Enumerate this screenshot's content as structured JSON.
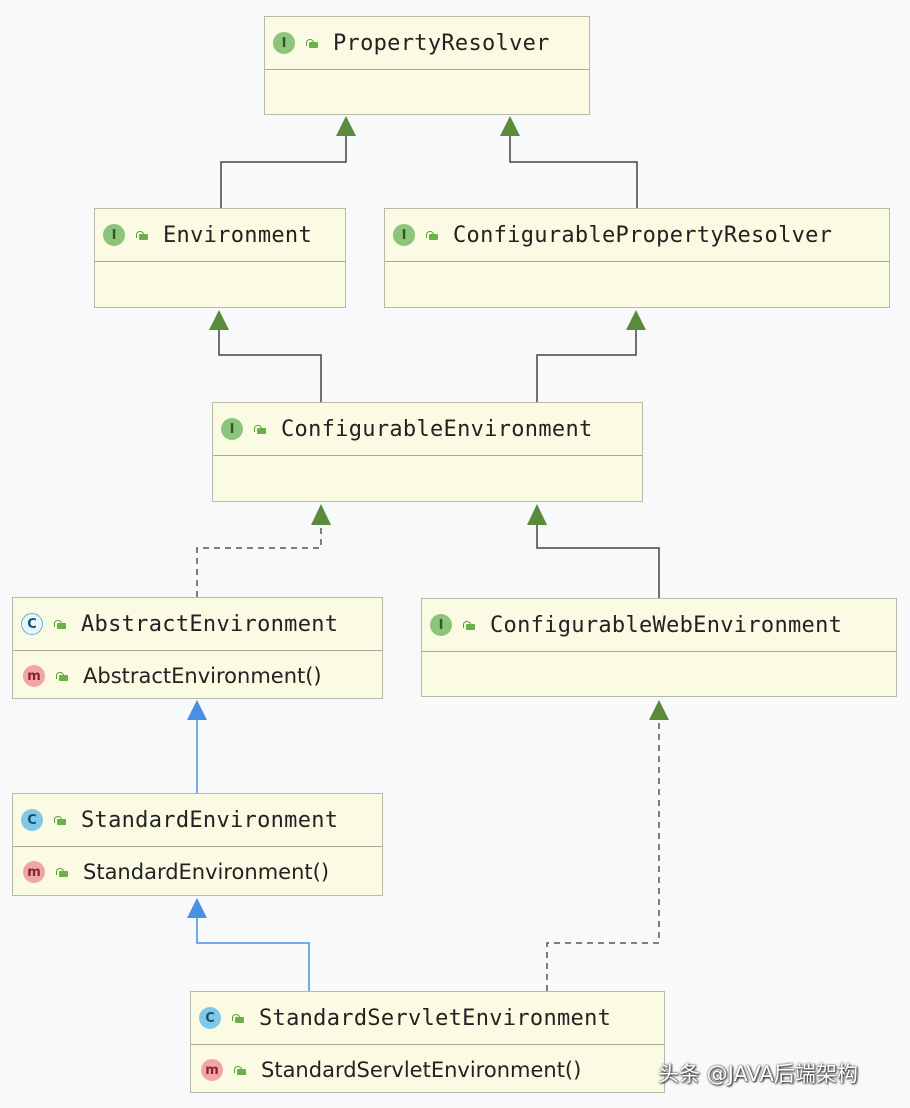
{
  "classes": {
    "property_resolver": {
      "kind": "I",
      "name": "PropertyResolver"
    },
    "environment": {
      "kind": "I",
      "name": "Environment"
    },
    "configurable_property_resolver": {
      "kind": "I",
      "name": "ConfigurablePropertyResolver"
    },
    "configurable_environment": {
      "kind": "I",
      "name": "ConfigurableEnvironment"
    },
    "abstract_environment": {
      "kind": "C",
      "name": "AbstractEnvironment",
      "method_kind": "m",
      "method": "AbstractEnvironment()"
    },
    "configurable_web_environment": {
      "kind": "I",
      "name": "ConfigurableWebEnvironment"
    },
    "standard_environment": {
      "kind": "C",
      "name": "StandardEnvironment",
      "method_kind": "m",
      "method": "StandardEnvironment()"
    },
    "standard_servlet_environment": {
      "kind": "C",
      "name": "StandardServletEnvironment",
      "method_kind": "m",
      "method": "StandardServletEnvironment()"
    }
  },
  "watermark": "头条 @JAVA后端架构",
  "colors": {
    "box_fill": "#fbfbe4",
    "interface_badge": "#8bc47a",
    "class_badge": "#7fc8e8",
    "method_badge": "#f0a6a6",
    "interface_arrow": "#5a8a3c",
    "class_arrow": "#4a90e2"
  }
}
